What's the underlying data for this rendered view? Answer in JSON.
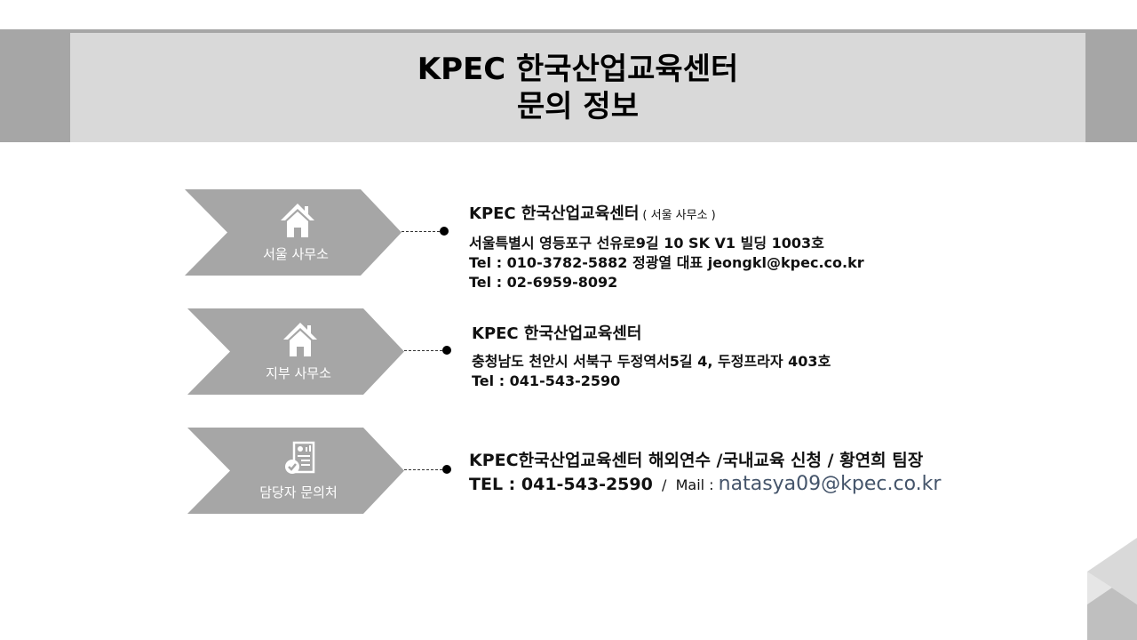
{
  "header": {
    "title_line1": "KPEC 한국산업교육센터",
    "title_line2": "문의 정보"
  },
  "offices": [
    {
      "label": "서울 사무소",
      "icon": "house-icon",
      "name": "KPEC  한국산업교육센터",
      "name_sub": "( 서울 사무소  )",
      "address": "서울특별시 영등포구 선유로9길 10   SK V1 빌딩 1003호",
      "tel1": "Tel : 010-3782-5882    정광열 대표   jeongkl@kpec.co.kr",
      "tel2": "Tel : 02-6959-8092"
    },
    {
      "label": "지부 사무소",
      "icon": "house-icon",
      "name": "KPEC  한국산업교육센터",
      "address": "충청남도  천안시 서북구 두정역서5길 4, 두정프라자 403호",
      "tel1": "Tel : 041-543-2590"
    }
  ],
  "contact": {
    "label": "담당자 문의처",
    "icon": "document-check-icon",
    "line1": "KPEC한국산업교육센터   해외연수 /국내교육 신청   / 황연희 팀장",
    "tel": "TEL : 041-543-2590",
    "sep": "  /  ",
    "mail_label": "Mail : ",
    "mail": "natasya09@kpec.co.kr"
  },
  "colors": {
    "header_outer": "#a6a6a6",
    "header_inner": "#d9d9d9",
    "chevron": "#a6a6a6",
    "mail_text": "#44546a"
  }
}
